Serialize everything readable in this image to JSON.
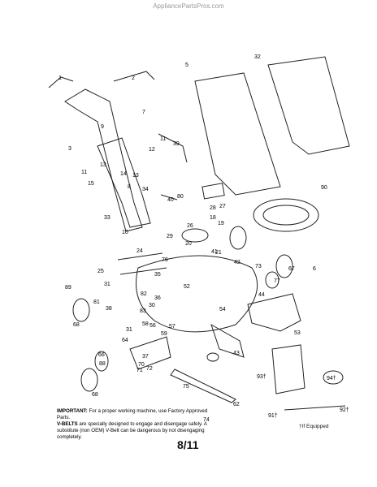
{
  "watermark": "AppliancePartsPros.com",
  "page_number": "8/11",
  "notes": {
    "important_label": "IMPORTANT:",
    "important_text": "For a proper working machine, use Factory Approved Parts.",
    "vbelts_label": "V-BELTS",
    "vbelts_text": "are specially designed to engage and disengage safely. A substitute (non OEM) V-Belt can be dangerous by not disengaging completely."
  },
  "footnote": "†If Equipped",
  "part_labels": [
    "1",
    "2",
    "3",
    "5",
    "6",
    "7",
    "8",
    "9",
    "10",
    "11",
    "11",
    "12",
    "13",
    "13",
    "14",
    "15",
    "18",
    "19",
    "20",
    "21",
    "24",
    "25",
    "26",
    "27",
    "28",
    "29",
    "30",
    "31",
    "31",
    "32",
    "33",
    "34",
    "35",
    "36",
    "37",
    "38",
    "39",
    "40",
    "41",
    "42",
    "43",
    "44",
    "52",
    "53",
    "54",
    "56",
    "57",
    "58",
    "59",
    "62",
    "64",
    "66",
    "67",
    "68",
    "68",
    "70",
    "71",
    "72",
    "73",
    "74",
    "75",
    "76",
    "77",
    "80",
    "81",
    "82",
    "83",
    "88",
    "89",
    "90",
    "91†",
    "92†",
    "93†",
    "94†"
  ]
}
